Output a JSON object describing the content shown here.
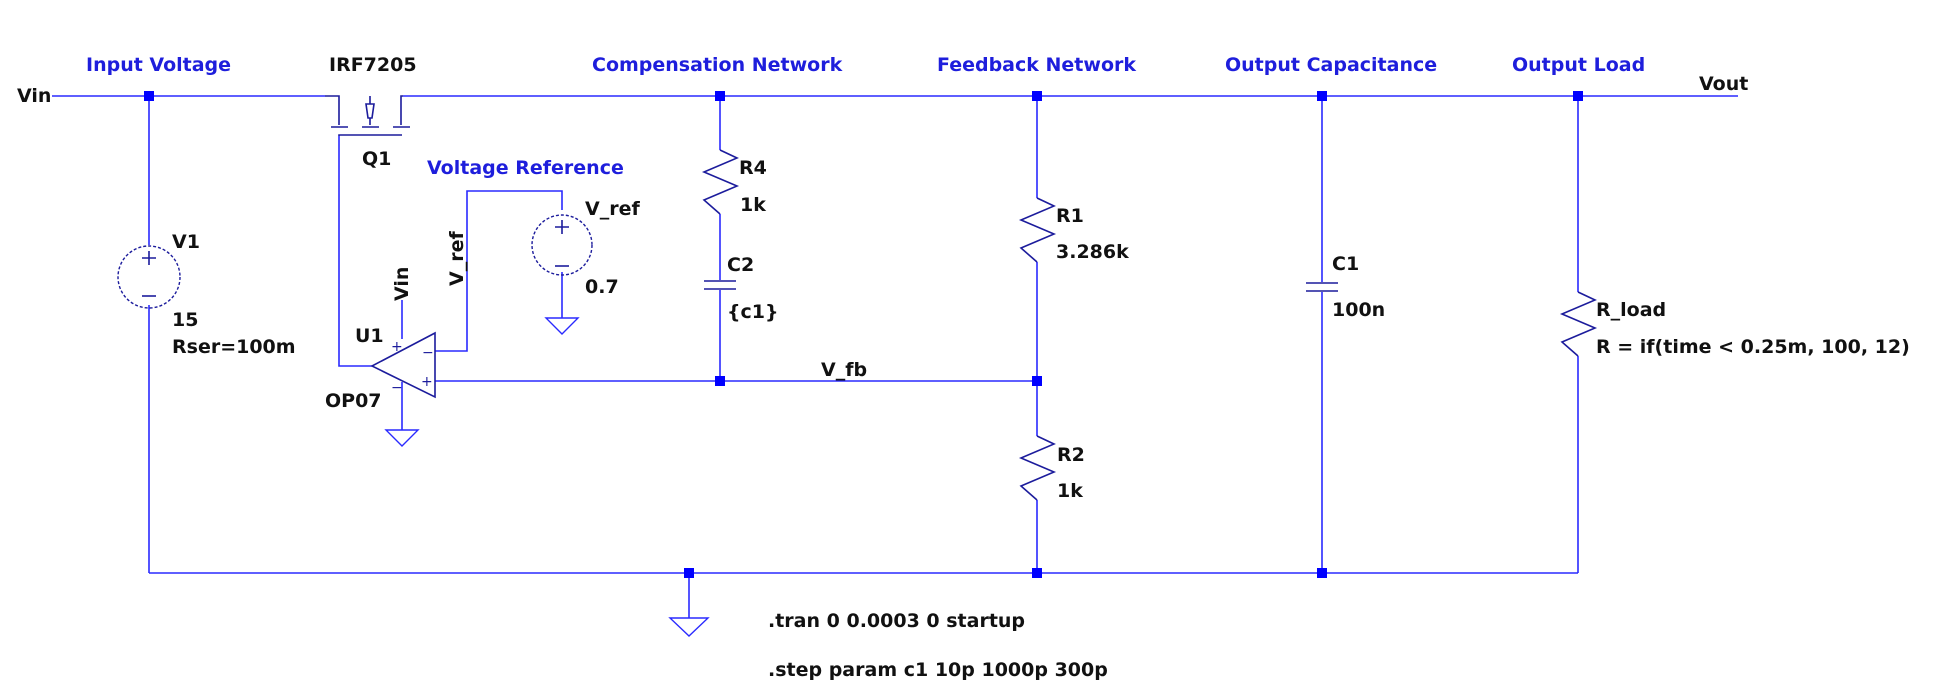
{
  "schematic": {
    "section_labels": {
      "input_voltage": "Input Voltage",
      "compensation_network": "Compensation Network",
      "feedback_network": "Feedback Network",
      "output_capacitance": "Output Capacitance",
      "output_load": "Output Load",
      "voltage_reference": "Voltage Reference"
    },
    "nets": {
      "vin": "Vin",
      "vout": "Vout",
      "v_fb": "V_fb",
      "opamp_vin": "Vin",
      "opamp_vref": "V_ref"
    },
    "components": {
      "q1": {
        "ref": "Q1",
        "model": "IRF7205"
      },
      "u1": {
        "ref": "U1",
        "model": "OP07"
      },
      "v1": {
        "ref": "V1",
        "value": "15",
        "extra": "Rser=100m"
      },
      "v_ref": {
        "ref": "V_ref",
        "value": "0.7"
      },
      "r4": {
        "ref": "R4",
        "value": "1k"
      },
      "c2": {
        "ref": "C2",
        "value": "{c1}"
      },
      "r1": {
        "ref": "R1",
        "value": "3.286k"
      },
      "r2": {
        "ref": "R2",
        "value": "1k"
      },
      "c1": {
        "ref": "C1",
        "value": "100n"
      },
      "r_load": {
        "ref": "R_load",
        "value": "R = if(time < 0.25m, 100, 12)"
      }
    },
    "directives": {
      "tran": ".tran 0 0.0003 0 startup",
      "step": ".step param c1 10p 1000p 300p"
    },
    "colors": {
      "wire": "#2a2aff",
      "component": "#1c1c9c",
      "section_label": "#1e1edc",
      "text": "#111111"
    }
  }
}
